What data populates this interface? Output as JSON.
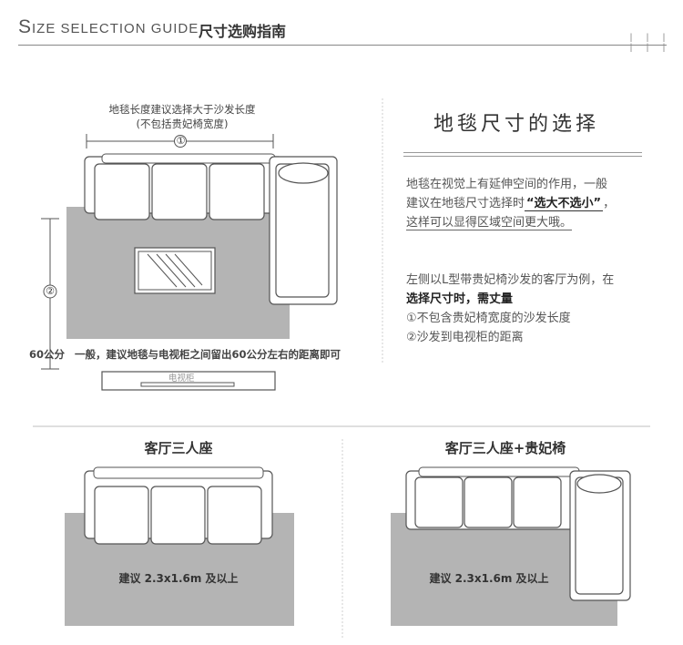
{
  "header": {
    "title_en_initial": "S",
    "title_en_rest": "IZE SELECTION GUIDE",
    "title_cn": "尺寸选购指南",
    "ticks": "| | | | | |"
  },
  "diagram": {
    "note_top_line1": "地毯长度建议选择大于沙发长度",
    "note_top_line2": "(不包括贵妃椅宽度)",
    "marker1": "①",
    "marker2": "②",
    "distance": "60公分",
    "distance_note": "一般，建议地毯与电视柜之间留出60公分左右的距离即可",
    "tv_label": "电视柜"
  },
  "right": {
    "title": "地毯尺寸的选择",
    "p1_line1": "地毯在视觉上有延伸空间的作用，一般",
    "p1_line2_pre": "建议在地毯尺寸选择时",
    "p1_highlight": "“选大不选小”",
    "p1_line2_post": "，",
    "p1_line3": "这样可以显得区域空间更大哦。",
    "p2_line1": "左侧以L型带贵妃椅沙发的客厅为例，在",
    "p2_line2": "选择尺寸时，需丈量",
    "p2_item1": "①不包含贵妃椅宽度的沙发长度",
    "p2_item2": "②沙发到电视柜的距离"
  },
  "bottom": {
    "left_title": "客厅三人座",
    "left_rec": "建议 2.3x1.6m 及以上",
    "right_title": "客厅三人座+贵妃椅",
    "right_rec": "建议 2.3x1.6m 及以上"
  },
  "colors": {
    "rug": "#b4b4b4",
    "sofa_fill": "#ffffff",
    "line": "#555555"
  }
}
